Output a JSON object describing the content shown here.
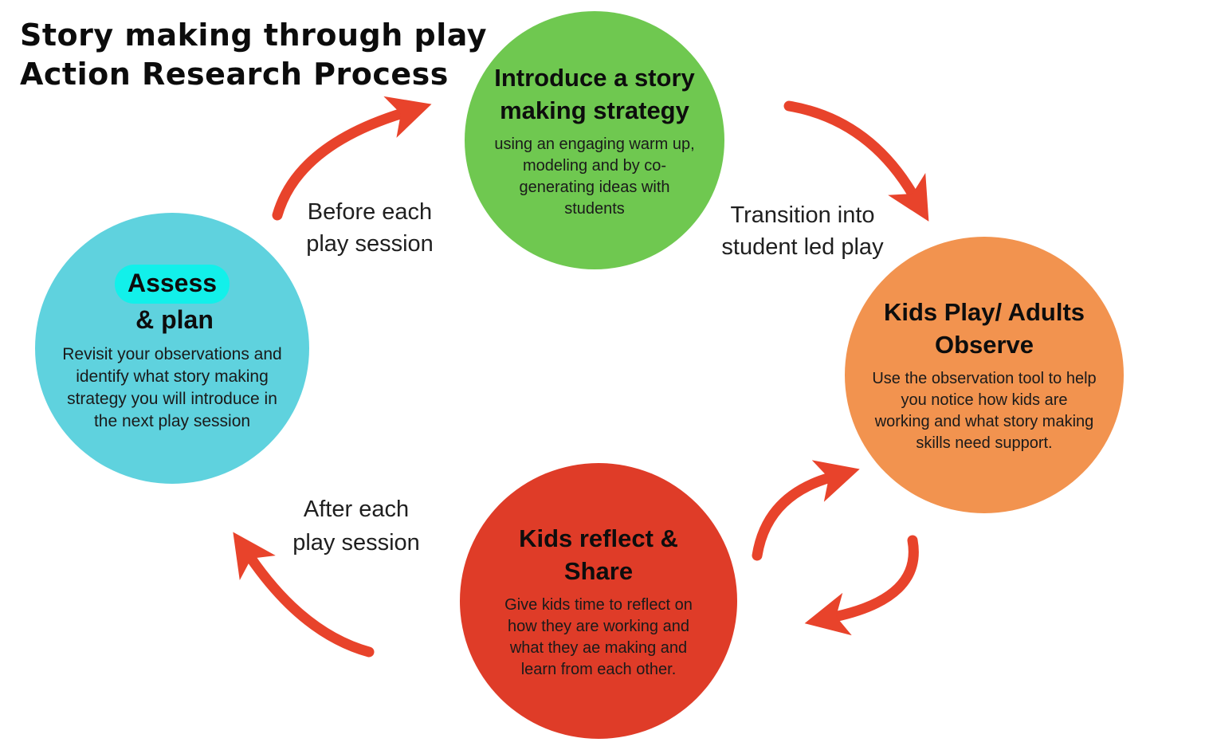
{
  "title": {
    "line1": "Story making through play",
    "line2": "Action Research Process"
  },
  "colors": {
    "arrow": "#E8432B",
    "green_circle": "#6FC850",
    "orange_circle": "#F2934F",
    "red_circle": "#DF3C28",
    "cyan_circle": "#5FD2DE",
    "assess_highlight": "#12F0EA",
    "title_text": "#0C0C0C"
  },
  "circles": {
    "introduce": {
      "heading_line1": "Introduce a story",
      "heading_line2": "making strategy",
      "body": "using an engaging warm up, modeling and by co-generating ideas with students"
    },
    "observe": {
      "heading_line1": "Kids Play/ Adults",
      "heading_line2": "Observe",
      "body": "Use the observation tool to help you notice how kids are working and what story making skills need support."
    },
    "reflect": {
      "heading_line1": "Kids reflect &",
      "heading_line2": "Share",
      "body": "Give kids time to reflect on how they are working and what they ae making and learn from each other."
    },
    "assess": {
      "heading_highlight": "Assess",
      "heading_rest": "& plan",
      "body": "Revisit your observations and identify what story making strategy you will introduce in the next play session"
    }
  },
  "arrow_labels": {
    "before": {
      "line1": "Before each",
      "line2": "play session"
    },
    "transition": {
      "line1": "Transition into",
      "line2": "student led play"
    },
    "after": {
      "line1": "After each",
      "line2": "play session"
    }
  }
}
